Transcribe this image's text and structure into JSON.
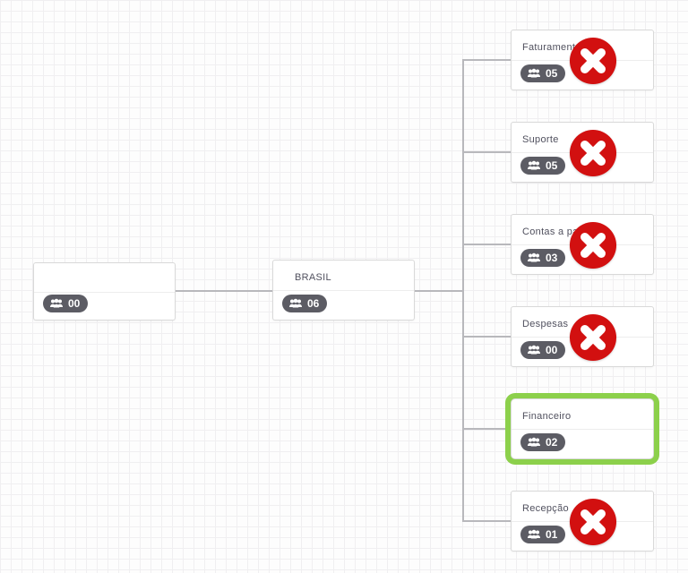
{
  "chart": {
    "root": {
      "title": "",
      "member_count": "00"
    },
    "parent": {
      "title": "BRASIL",
      "member_count": "06"
    },
    "children": [
      {
        "title": "Faturamento",
        "member_count": "05",
        "removable": true,
        "selected": false
      },
      {
        "title": "Suporte",
        "member_count": "05",
        "removable": true,
        "selected": false
      },
      {
        "title": "Contas a pagar",
        "member_count": "03",
        "removable": true,
        "selected": false
      },
      {
        "title": "Despesas",
        "member_count": "00",
        "removable": true,
        "selected": false
      },
      {
        "title": "Financeiro",
        "member_count": "02",
        "removable": false,
        "selected": true
      },
      {
        "title": "Recepção",
        "member_count": "01",
        "removable": true,
        "selected": false
      }
    ]
  },
  "icons": {
    "member_badge": "users-icon",
    "remove_node": "delete-x-icon"
  },
  "colors": {
    "delete_red": "#d21010",
    "selected_green": "#8cd04b",
    "badge_gray": "#5c5c64",
    "connector_gray": "#b8b8bc",
    "node_border": "#d9d9d9"
  }
}
